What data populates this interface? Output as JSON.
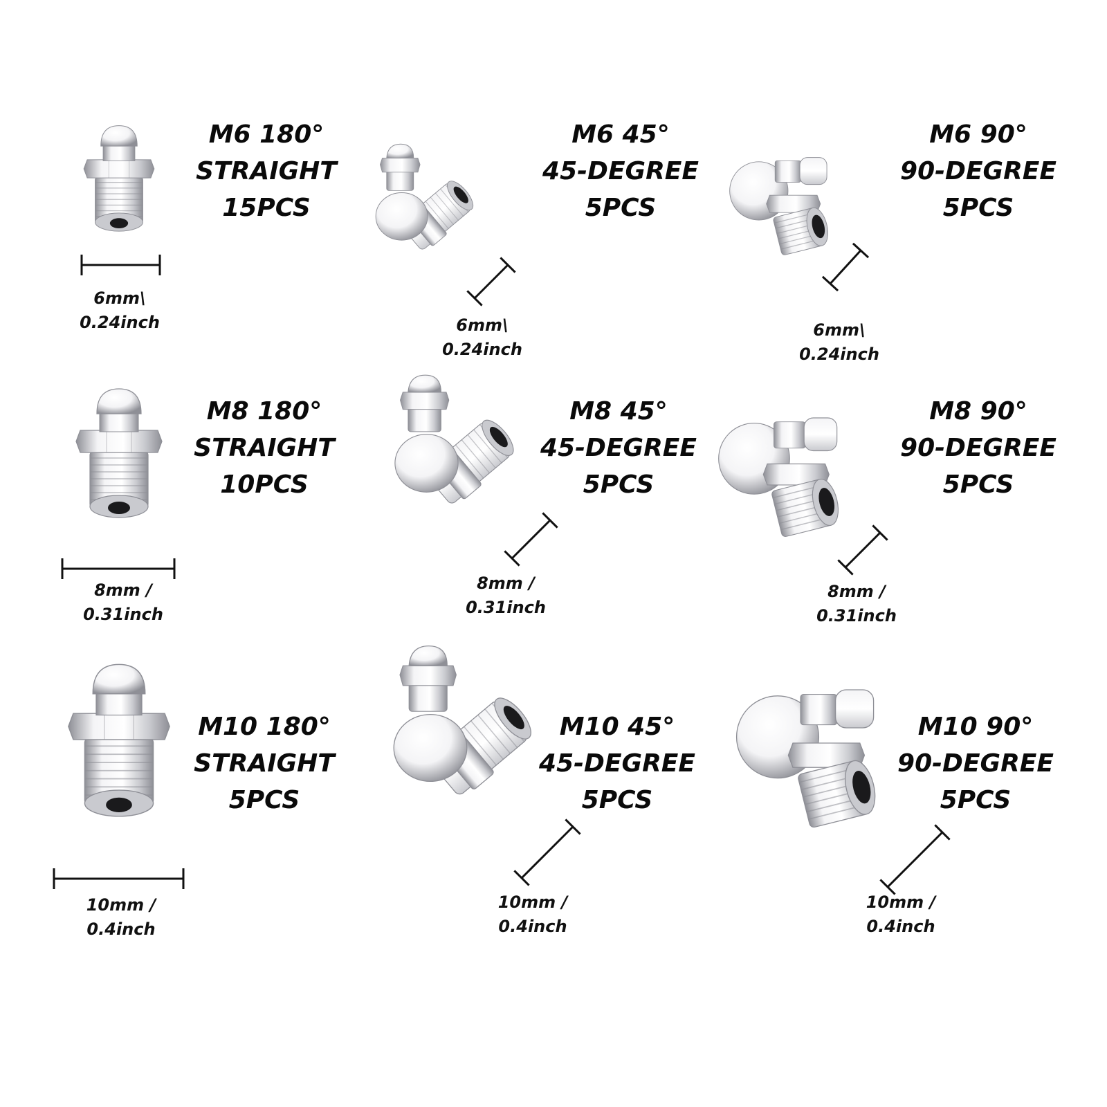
{
  "colors": {
    "metal_light": "#f4f4f6",
    "metal_mid": "#c9cacf",
    "metal_dark": "#8e8f96",
    "bore": "#1a1a1c",
    "ink": "#111111"
  },
  "fittings": [
    {
      "id": "m6-180",
      "size": "M6",
      "angle": "180°",
      "type": "STRAIGHT",
      "qty": "15PCS",
      "dim_mm": "6mm\\",
      "dim_inch": "0.24inch",
      "style": "straight",
      "scale": 0.82
    },
    {
      "id": "m6-45",
      "size": "M6",
      "angle": "45°",
      "type": "45-DEGREE",
      "qty": "5PCS",
      "dim_mm": "6mm\\",
      "dim_inch": "0.24inch",
      "style": "deg45",
      "scale": 0.78
    },
    {
      "id": "m6-90",
      "size": "M6",
      "angle": "90°",
      "type": "90-DEGREE",
      "qty": "5PCS",
      "dim_mm": "6mm\\",
      "dim_inch": "0.24inch",
      "style": "deg90",
      "scale": 0.78
    },
    {
      "id": "m8-180",
      "size": "M8",
      "angle": "180°",
      "type": "STRAIGHT",
      "qty": "10PCS",
      "dim_mm": "8mm /",
      "dim_inch": "0.31inch",
      "style": "straight",
      "scale": 1.0
    },
    {
      "id": "m8-45",
      "size": "M8",
      "angle": "45°",
      "type": "45-DEGREE",
      "qty": "5PCS",
      "dim_mm": "8mm /",
      "dim_inch": "0.31inch",
      "style": "deg45",
      "scale": 0.95
    },
    {
      "id": "m8-90",
      "size": "M8",
      "angle": "90°",
      "type": "90-DEGREE",
      "qty": "5PCS",
      "dim_mm": "8mm /",
      "dim_inch": "0.31inch",
      "style": "deg90",
      "scale": 0.95
    },
    {
      "id": "m10-180",
      "size": "M10",
      "angle": "180°",
      "type": "STRAIGHT",
      "qty": "5PCS",
      "dim_mm": "10mm /",
      "dim_inch": "0.4inch",
      "style": "straight",
      "scale": 1.18
    },
    {
      "id": "m10-45",
      "size": "M10",
      "angle": "45°",
      "type": "45-DEGREE",
      "qty": "5PCS",
      "dim_mm": "10mm /",
      "dim_inch": "0.4inch",
      "style": "deg45",
      "scale": 1.1
    },
    {
      "id": "m10-90",
      "size": "M10",
      "angle": "90°",
      "type": "90-DEGREE",
      "qty": "5PCS",
      "dim_mm": "10mm /",
      "dim_inch": "0.4inch",
      "style": "deg90",
      "scale": 1.1
    }
  ]
}
